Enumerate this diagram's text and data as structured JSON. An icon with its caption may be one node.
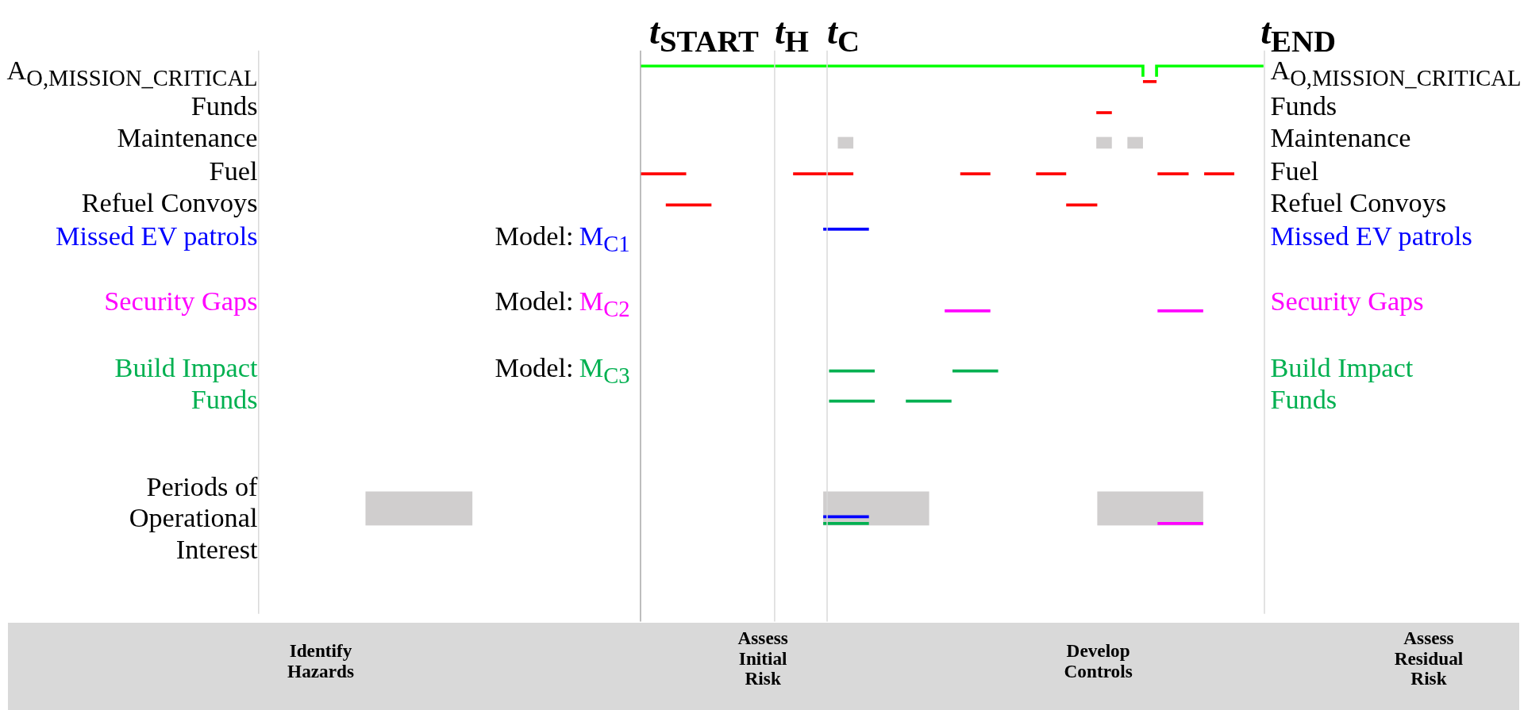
{
  "diagram": {
    "nodes": [
      {
        "text": [
          "Identify Hazards",
          "Assess Initial Risk",
          "Develop Controls",
          "Assess Residual Risk"
        ]
      }
    ],
    "labels": [
      "*t*$_{START}$",
      "*t*$_{H}$",
      "*t*$_{C}$",
      "*t*$_{END}$",
      "A$_{O,MISSION_CRITICAL}$",
      "A$_{O,MISSION_CRITICAL}$",
      "Funds",
      "Funds",
      "Maintenance",
      "Maintenance",
      "Fuel",
      "Fuel",
      "Refuel Convoys",
      "Refuel Convoys",
      "Missed EV patrols",
      "Model:",
      "M$_{C1}$",
      "Missed EV patrols",
      "Security Gaps",
      "Model:",
      "M$_{C2}$",
      "Security Gaps",
      "Build Impact Funds",
      "Model:",
      "M$_{C3}$",
      "Build Impact Funds",
      "Periods of Operational Interest"
    ]
  }
}
